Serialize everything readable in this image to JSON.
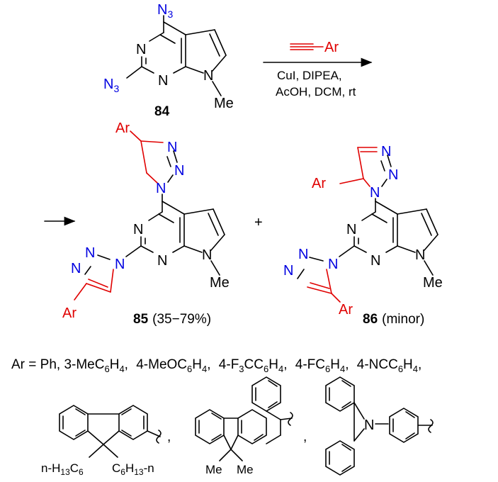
{
  "scheme": {
    "reagent": "Ar",
    "conditions_line1": "CuI, DIPEA,",
    "conditions_line2": "AcOH, DCM, rt",
    "start_compound": "84",
    "product_major": "85",
    "product_major_yield": "(35−79%)",
    "product_minor": "86",
    "product_minor_note": "(minor)",
    "plus": "+"
  },
  "atoms": {
    "N": "N",
    "N3": "N",
    "N3sub": "3",
    "Me": "Me",
    "Ar": "Ar",
    "H": "H",
    "C": "C",
    "F": "F"
  },
  "ar_definition": {
    "lead": "Ar = Ph, 3-MeC",
    "h4": "H",
    "sub6": "6",
    "sub4": "4",
    "items": [
      "4-MeOC",
      "4-F",
      "CC",
      "4-FC",
      "4-NCC"
    ],
    "sep": ",",
    "fluorene_left": "n-H",
    "fluorene_right": "C",
    "sub13": "13",
    "n_suffix": "-n",
    "me": "Me",
    "carbazole_N": "N"
  },
  "colors": {
    "black": "#000000",
    "red": "#e00000",
    "blue": "#0000e0"
  }
}
